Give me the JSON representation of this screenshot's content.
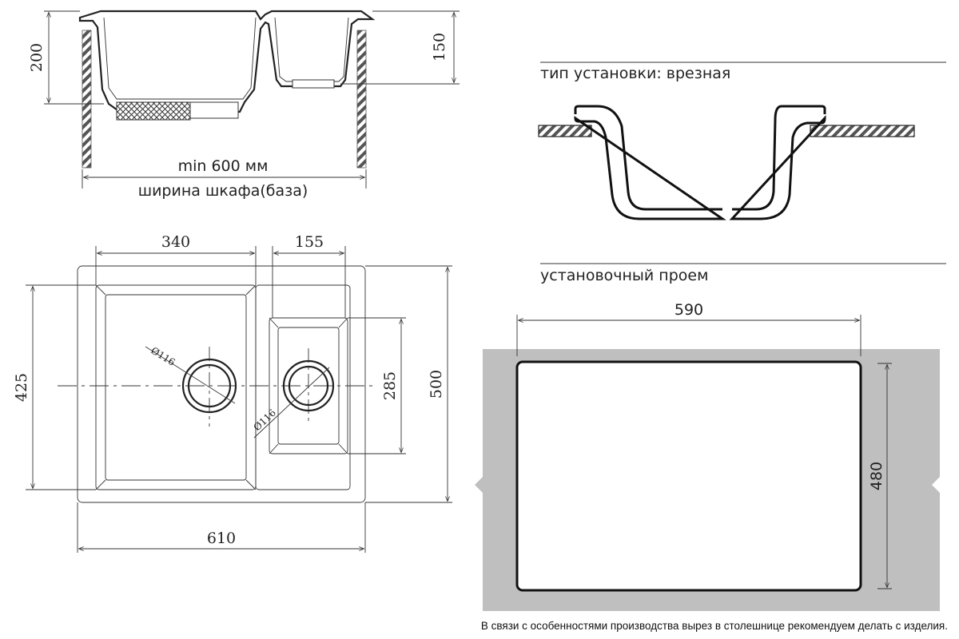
{
  "section_side_view": {
    "cabinet_width_min": "min 600 мм",
    "cabinet_width_label": "ширина шкафа(база)",
    "depth_big_bowl": "200",
    "depth_small_bowl": "150"
  },
  "section_top_view": {
    "big_bowl_width": "340",
    "small_bowl_width": "155",
    "big_bowl_length": "425",
    "small_bowl_length": "285",
    "overall_length": "500",
    "overall_width": "610",
    "drain_big": "Ø116",
    "drain_small": "Ø116"
  },
  "section_install_type": {
    "title": "тип установки: врезная"
  },
  "section_cutout": {
    "title": "установочный проем",
    "cutout_width": "590",
    "cutout_length": "480"
  },
  "footnote": "В связи с особенностями производства вырез в столешнице рекомендуем делать с изделия."
}
